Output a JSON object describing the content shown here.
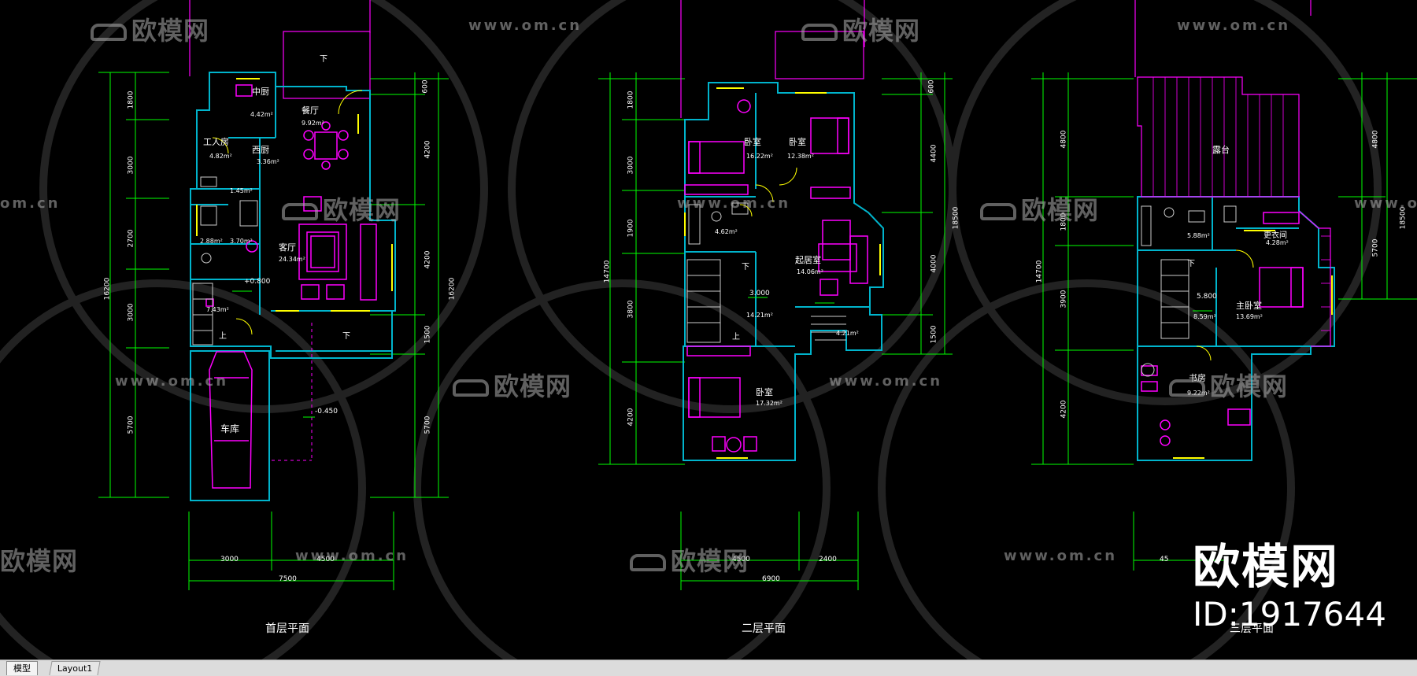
{
  "tabs": {
    "model": "模型",
    "layout": "Layout1"
  },
  "watermark": {
    "logo_text": "欧模网",
    "url_text": "www.om.cn",
    "url_partial": "om.cn",
    "logo_partial": "欧模网"
  },
  "brand": {
    "title": "欧模网",
    "id": "ID:1917644"
  },
  "plans": {
    "first_floor": {
      "title": "首层平面",
      "rooms": {
        "kitchen": "中厨",
        "kitchen_area": "4.42m²",
        "dining": "餐厅",
        "dining_area": "9.92m²",
        "worker": "工人房",
        "worker_area": "4.82m²",
        "west_kitchen": "西厨",
        "west_kitchen_area": "3.36m²",
        "small_area": "1.45m²",
        "bath1_area": "2.88m²",
        "bath2_area": "3.70m²",
        "living": "客厅",
        "living_area": "24.34m²",
        "garage": "车库",
        "hall_area": "7.43m²"
      },
      "levels": {
        "main": "+0.800",
        "garage": "-0.450"
      },
      "arrows": {
        "up": "上",
        "down": "下"
      },
      "dims_left": [
        "1800",
        "3000",
        "2700",
        "3000",
        "5700"
      ],
      "dims_left_total": "16200",
      "dims_right": [
        "600",
        "4200",
        "4200",
        "1500",
        "5700"
      ],
      "dims_right_total": "16200",
      "dims_bottom": [
        "3000",
        "4500"
      ],
      "dims_bottom_total": "7500"
    },
    "second_floor": {
      "title": "二层平面",
      "rooms": {
        "bed1": "卧室",
        "bed1_area": "16.22m²",
        "bed2": "卧室",
        "bed2_area": "12.38m²",
        "bath_area": "4.62m²",
        "family": "起居室",
        "family_area": "14.06m²",
        "stair_area": "14.21m²",
        "level": "3.000",
        "balcony_area": "4.21m²",
        "bed3": "卧室",
        "bed3_area": "17.32m²"
      },
      "arrows": {
        "up": "上",
        "down": "下"
      },
      "dims_left": [
        "1800",
        "3000",
        "1900",
        "3800",
        "4200"
      ],
      "dims_left_total": "14700",
      "dims_right": [
        "600",
        "4400",
        "4000",
        "1500"
      ],
      "dims_right_total": "18500",
      "dims_bottom": [
        "4500",
        "2400"
      ],
      "dims_bottom_total": "6900"
    },
    "third_floor": {
      "title": "三层平面",
      "rooms": {
        "terrace": "露台",
        "bath_area": "5.88m²",
        "closet": "更衣间",
        "closet_area": "4.28m²",
        "level": "5.800",
        "stair_area": "8.59m²",
        "master": "主卧室",
        "master_area": "13.69m²",
        "study": "书房",
        "study_area": "9.22m²"
      },
      "arrows": {
        "down": "下"
      },
      "dims_left": [
        "4800",
        "1800",
        "3900",
        "4200"
      ],
      "dims_left_total": "14700",
      "dims_right": [
        "4800",
        "5700"
      ],
      "dims_right_total": "18500",
      "dims_bottom_partial": "45"
    }
  },
  "colors": {
    "wall": "#00b4cc",
    "furniture": "#ff00ff",
    "dimension": "#00ff00",
    "text": "#ffffff",
    "window": "#ffff00",
    "background": "#000000"
  }
}
